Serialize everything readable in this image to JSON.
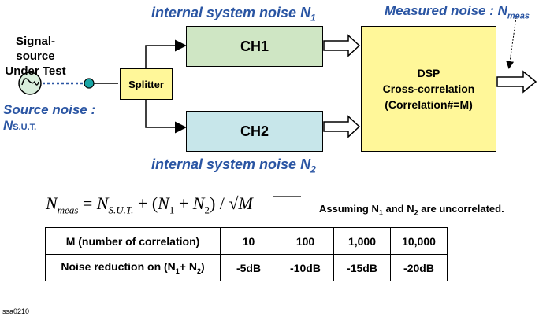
{
  "diagram": {
    "signal_source_label_line1": "Signal-source",
    "signal_source_label_line2": "Under Test",
    "source_noise_label": "Source noise :",
    "source_noise_symbol": "N",
    "source_noise_sub": "S.U.T.",
    "splitter_label": "Splitter",
    "ch1_label": "CH1",
    "ch2_label": "CH2",
    "internal_noise_label": "internal system noise N",
    "internal_noise_sub1": "1",
    "internal_noise_sub2": "2",
    "dsp_line1": "DSP",
    "dsp_line2": "Cross-correlation",
    "dsp_line3": "(Correlation#=M)",
    "measured_noise_label": "Measured noise : ",
    "measured_noise_symbol": "N",
    "measured_noise_sub": "meas",
    "colors": {
      "blue_text": "#2a55a3",
      "ch1_fill": "#cfe6c4",
      "ch2_fill": "#c7e6ea",
      "yellow_fill": "#fff799",
      "source_fill": "#d9eedc",
      "node_fill": "#1aa6a6"
    }
  },
  "formula": {
    "lhs": "N",
    "lhs_sub": "meas",
    "eq": " = ",
    "t1": "N",
    "t1_sub": "S.U.T.",
    "plus1": " + (",
    "n1": "N",
    "n1_sub": "1",
    "plus2": " + ",
    "n2": "N",
    "n2_sub": "2",
    "close": ") / ",
    "sqrt": "√",
    "m": "M"
  },
  "assumption": {
    "pre": "Assuming N",
    "sub1": "1",
    "mid": " and N",
    "sub2": "2",
    "post": " are uncorrelated."
  },
  "table": {
    "header_label": "M (number of correlation)",
    "headers": [
      "10",
      "100",
      "1,000",
      "10,000"
    ],
    "row_label_pre": "Noise reduction on (N",
    "row_label_sub1": "1",
    "row_label_mid": "+ N",
    "row_label_sub2": "2",
    "row_label_post": ")",
    "values": [
      "-5dB",
      "-10dB",
      "-15dB",
      "-20dB"
    ]
  },
  "footer_code": "ssa0210"
}
